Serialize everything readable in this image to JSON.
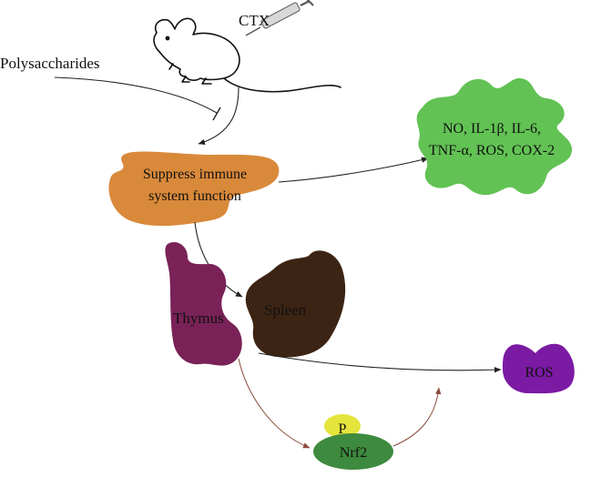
{
  "labels": {
    "ctx": "CTX",
    "polysaccharides": "Polysaccharides",
    "suppress_line1": "Suppress immune",
    "suppress_line2": "system function",
    "cytokines_line1": "NO, IL-1β, IL-6,",
    "cytokines_line2": "TNF-α, ROS, COX-2",
    "thymus": "Thymus",
    "spleen": "Spleen",
    "ros": "ROS",
    "p": "P",
    "nrf2": "Nrf2"
  },
  "colors": {
    "suppress_fill": "#d9893a",
    "cytokine_fill": "#62c254",
    "thymus_fill": "#7a2258",
    "spleen_fill": "#3c2414",
    "ros_fill": "#7b1aa3",
    "p_fill": "#e4e43c",
    "nrf2_fill": "#3e8a3e"
  },
  "icons": {
    "animal": "mouse-icon",
    "injection": "syringe-icon"
  }
}
